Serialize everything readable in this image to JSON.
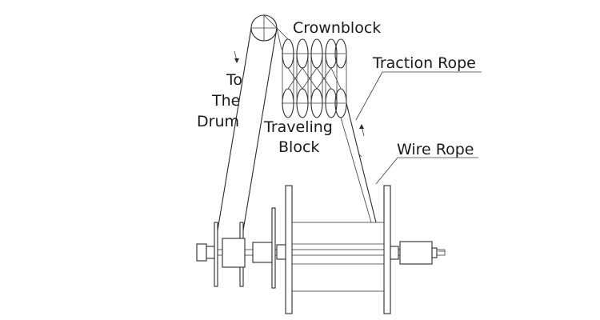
{
  "diagram": {
    "labels": {
      "crownblock": "Crownblock",
      "traction_rope": "Traction Rope",
      "to_the_drum_line1": "To",
      "to_the_drum_line2": "The",
      "to_the_drum_line3": "Drum",
      "traveling_block_line1": "Traveling",
      "traveling_block_line2": "Block",
      "wire_rope": "Wire Rope"
    },
    "colors": {
      "line": "#2a2a2a",
      "text": "#1a1a1a",
      "background": "#ffffff"
    }
  }
}
